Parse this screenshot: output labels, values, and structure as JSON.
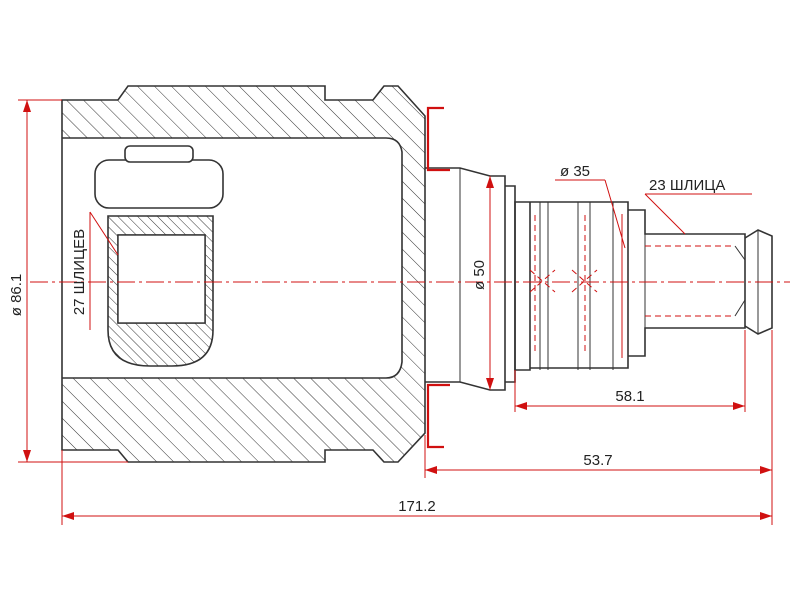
{
  "labels": {
    "dia_outer": "ø 86.1",
    "splines_inner": "27 ШЛИЦЕВ",
    "dia_shaft": "ø 50",
    "dia_neck": "ø 35",
    "splines_outer": "23 ШЛИЦА",
    "len_shaft": "58.1",
    "len_stub": "53.7",
    "len_total": "171.2"
  },
  "colors": {
    "outline": "#333333",
    "dimension": "#d01010"
  }
}
